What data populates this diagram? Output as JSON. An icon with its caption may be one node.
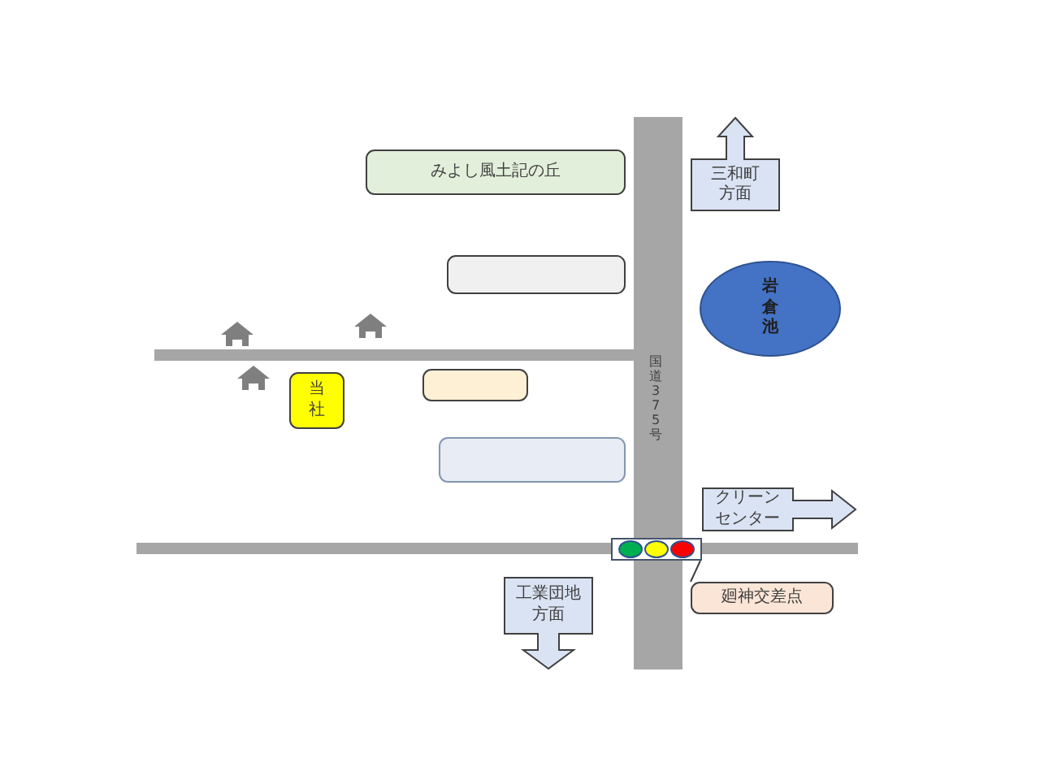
{
  "diagram": {
    "nodes": [
      {
        "text": [
          "みよし風土記の丘"
        ]
      },
      {
        "text": [],
        "shape": "box"
      },
      {
        "text": [
          "当社"
        ]
      },
      {
        "text": [],
        "shape": "box"
      },
      {
        "text": [],
        "shape": "box"
      },
      {
        "text": [
          "三和町方面"
        ]
      },
      {
        "text": [
          "岩倉池"
        ]
      },
      {
        "text": [
          "クリーンセンター"
        ]
      },
      {
        "text": [
          "工業団地方面"
        ]
      },
      {
        "text": [],
        "shape": "picture"
      },
      {
        "text": [
          "廻神交差点"
        ]
      }
    ],
    "edges": [
      {
        "from": 10,
        "to": 9,
        "arrow": "none"
      }
    ],
    "labels": [
      "国道375号"
    ]
  }
}
